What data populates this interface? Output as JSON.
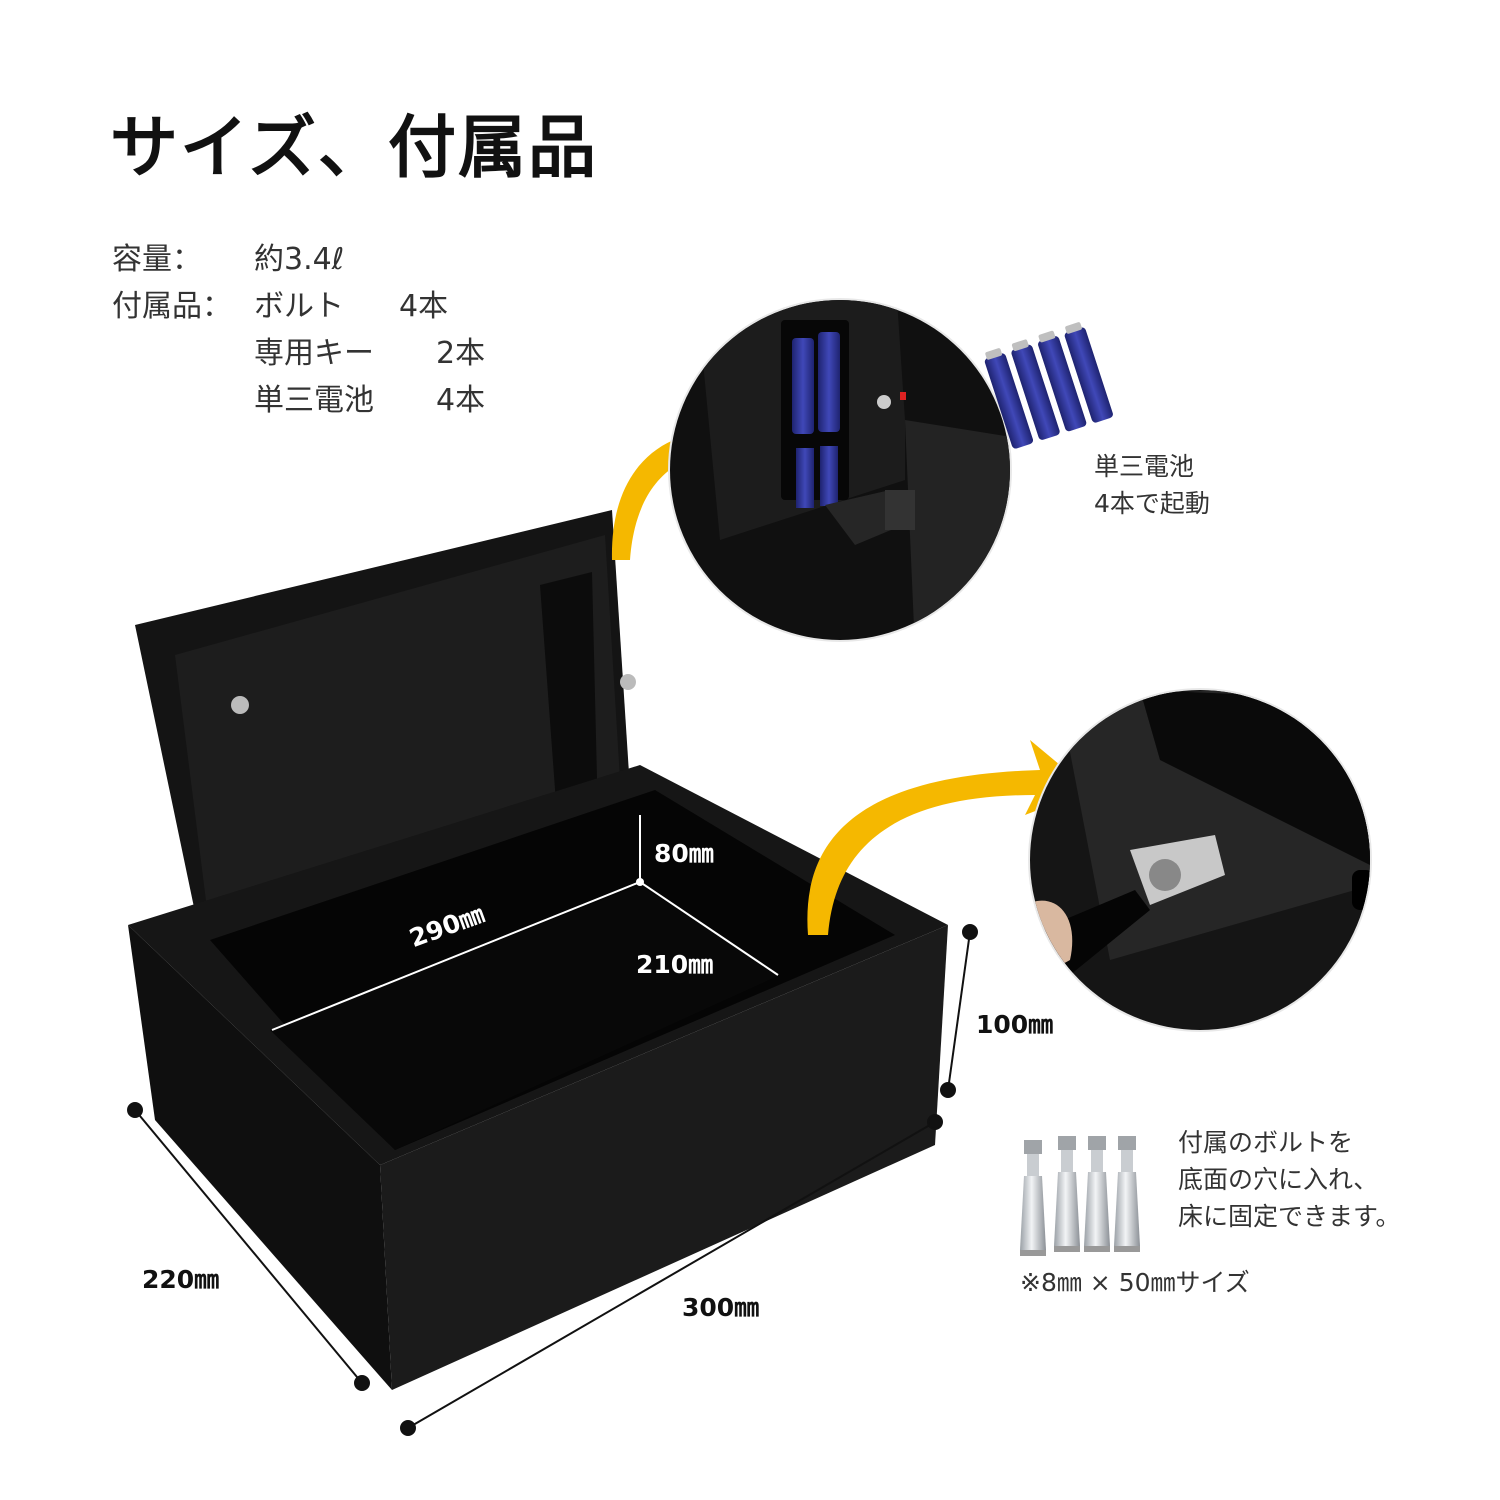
{
  "title": "サイズ、付属品",
  "specs": {
    "capacity_label": "容量：",
    "capacity_value": "約3.4ℓ",
    "accessories_label": "付属品：",
    "accessories": [
      {
        "name": "ボルト",
        "qty": "4本"
      },
      {
        "name": "専用キー",
        "qty": "2本"
      },
      {
        "name": "単三電池",
        "qty": "4本"
      }
    ]
  },
  "dimensions": {
    "inner_height": "80㎜",
    "inner_width": "290㎜",
    "inner_depth": "210㎜",
    "outer_height": "100㎜",
    "outer_depth": "220㎜",
    "outer_width": "300㎜"
  },
  "battery_note": [
    "単三電池",
    "4本で起動"
  ],
  "bolt_note": [
    "付属のボルトを",
    "底面の穴に入れ、",
    "床に固定できます。"
  ],
  "bolt_size": "※8㎜ × 50㎜サイズ",
  "colors": {
    "arrow": "#f5b800",
    "safe": "#141414",
    "battery": "#2a2f8a"
  }
}
